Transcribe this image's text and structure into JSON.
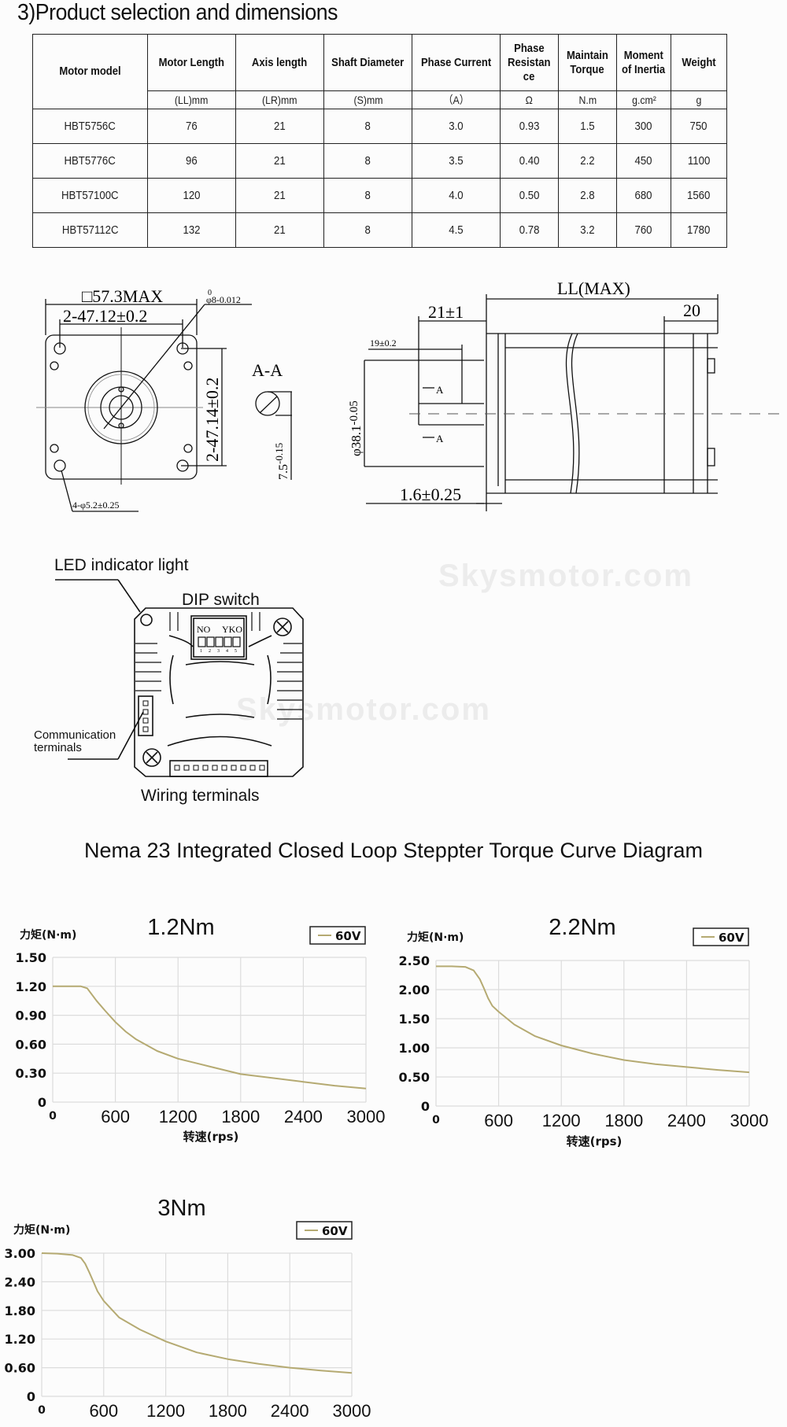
{
  "section": {
    "title": "3)Product selection and dimensions"
  },
  "spec_table": {
    "headers": [
      "Motor model",
      "Motor Length",
      "Axis length",
      "Shaft Diameter",
      "Phase Current",
      "Phase Resistance",
      "Maintain Torque",
      "Moment of Inertia",
      "Weight"
    ],
    "header_lines": {
      "phase_resistance": [
        "Phase",
        "Resistan",
        "ce"
      ],
      "maintain_torque": [
        "Maintain",
        "Torque"
      ],
      "moment_of_inertia": [
        "Moment",
        "of Inertia"
      ]
    },
    "units": [
      "(LL)mm",
      "(LR)mm",
      "(S)mm",
      "（A）",
      "Ω",
      "N.m",
      "g.cm²",
      "g"
    ],
    "rows": [
      [
        "HBT5756C",
        "76",
        "21",
        "8",
        "3.0",
        "0.93",
        "1.5",
        "300",
        "750"
      ],
      [
        "HBT5776C",
        "96",
        "21",
        "8",
        "3.5",
        "0.40",
        "2.2",
        "450",
        "1100"
      ],
      [
        "HBT57100C",
        "120",
        "21",
        "8",
        "4.0",
        "0.50",
        "2.8",
        "680",
        "1560"
      ],
      [
        "HBT57112C",
        "132",
        "21",
        "8",
        "4.5",
        "0.78",
        "3.2",
        "760",
        "1780"
      ]
    ]
  },
  "front_view": {
    "square_dim": "□57.3MAX",
    "hole_spacing_h": "2-47.12±0.2",
    "hole_spacing_v": "2-47.14±0.2",
    "shaft_dia": "φ8-0.012",
    "shaft_dia_upper": "0",
    "mount_holes": "4-φ5.2±0.25"
  },
  "section_view": {
    "label": "A-A",
    "flat_dim": "7.5",
    "flat_tol_upper": "0",
    "flat_tol_lower": "-0.15"
  },
  "side_view": {
    "motor_length": "LL(MAX)",
    "shaft_length": "21±1",
    "flat_length": "19±0.2",
    "encoder_length": "20",
    "boss_dia": "φ38.1",
    "boss_tol_upper": "0",
    "boss_tol_lower": "-0.05",
    "boss_height": "1.6±0.25",
    "section_marker": "A"
  },
  "driver_board": {
    "led_label": "LED indicator light",
    "dip_label": "DIP switch",
    "dip_text_left": "NO",
    "dip_text_right": "YKO",
    "dip_numbers": [
      "1",
      "2",
      "3",
      "4",
      "5"
    ],
    "comm_label_1": "Communication",
    "comm_label_2": "terminals",
    "wiring_label": "Wiring terminals"
  },
  "watermark": "Skysmotor.com",
  "torque_section": {
    "title": "Nema 23 Integrated Closed Loop Steppter Torque Curve Diagram"
  },
  "colors": {
    "curve": "#b5aa72",
    "grid": "#dcdcdc",
    "axis": "#bbbbbb"
  },
  "chart_data": [
    {
      "type": "line",
      "title": "1.2Nm",
      "ylabel": "力矩(N·m)",
      "xlabel": "转速(rps)",
      "legend": [
        "60V"
      ],
      "legend_position": "top-right",
      "grid": true,
      "xlim": [
        0,
        3000
      ],
      "ylim": [
        0,
        1.5
      ],
      "xticks": [
        "0",
        "600",
        "1200",
        "1800",
        "2400",
        "3000"
      ],
      "yticks": [
        "0",
        "0.30",
        "0.60",
        "0.90",
        "1.20",
        "1.50"
      ],
      "series": [
        {
          "name": "60V",
          "x": [
            0,
            150,
            270,
            330,
            420,
            500,
            600,
            700,
            800,
            1000,
            1200,
            1500,
            1800,
            2100,
            2400,
            2700,
            3000
          ],
          "y": [
            1.2,
            1.2,
            1.2,
            1.18,
            1.05,
            0.95,
            0.83,
            0.73,
            0.65,
            0.53,
            0.45,
            0.37,
            0.29,
            0.25,
            0.21,
            0.17,
            0.14
          ]
        }
      ]
    },
    {
      "type": "line",
      "title": "2.2Nm",
      "ylabel": "力矩(N·m)",
      "xlabel": "转速(rps)",
      "legend": [
        "60V"
      ],
      "legend_position": "top-right",
      "grid": true,
      "xlim": [
        0,
        3000
      ],
      "ylim": [
        0,
        2.5
      ],
      "xticks": [
        "0",
        "600",
        "1200",
        "1800",
        "2400",
        "3000"
      ],
      "yticks": [
        "0",
        "0.50",
        "1.00",
        "1.50",
        "2.00",
        "2.50"
      ],
      "series": [
        {
          "name": "60V",
          "x": [
            0,
            150,
            280,
            360,
            420,
            460,
            500,
            540,
            600,
            750,
            950,
            1200,
            1500,
            1800,
            2100,
            2400,
            2700,
            3000
          ],
          "y": [
            2.4,
            2.4,
            2.39,
            2.33,
            2.18,
            2.02,
            1.85,
            1.72,
            1.62,
            1.4,
            1.2,
            1.04,
            0.9,
            0.79,
            0.72,
            0.67,
            0.62,
            0.58
          ]
        }
      ]
    },
    {
      "type": "line",
      "title": "3Nm",
      "ylabel": "力矩(N·m)",
      "xlabel": "",
      "legend": [
        "60V"
      ],
      "legend_position": "top-right",
      "grid": true,
      "xlim": [
        0,
        3000
      ],
      "ylim": [
        0,
        3.0
      ],
      "xticks": [
        "0",
        "600",
        "1200",
        "1800",
        "2400",
        "3000"
      ],
      "yticks": [
        "0",
        "0.60",
        "1.20",
        "1.80",
        "2.40",
        "3.00"
      ],
      "series": [
        {
          "name": "60V",
          "x": [
            0,
            150,
            300,
            380,
            420,
            460,
            500,
            540,
            600,
            750,
            950,
            1200,
            1500,
            1800,
            2100,
            2400,
            2700,
            3000
          ],
          "y": [
            3.0,
            2.99,
            2.96,
            2.9,
            2.78,
            2.6,
            2.4,
            2.2,
            2.0,
            1.65,
            1.4,
            1.15,
            0.92,
            0.78,
            0.68,
            0.6,
            0.54,
            0.49
          ]
        }
      ]
    }
  ]
}
